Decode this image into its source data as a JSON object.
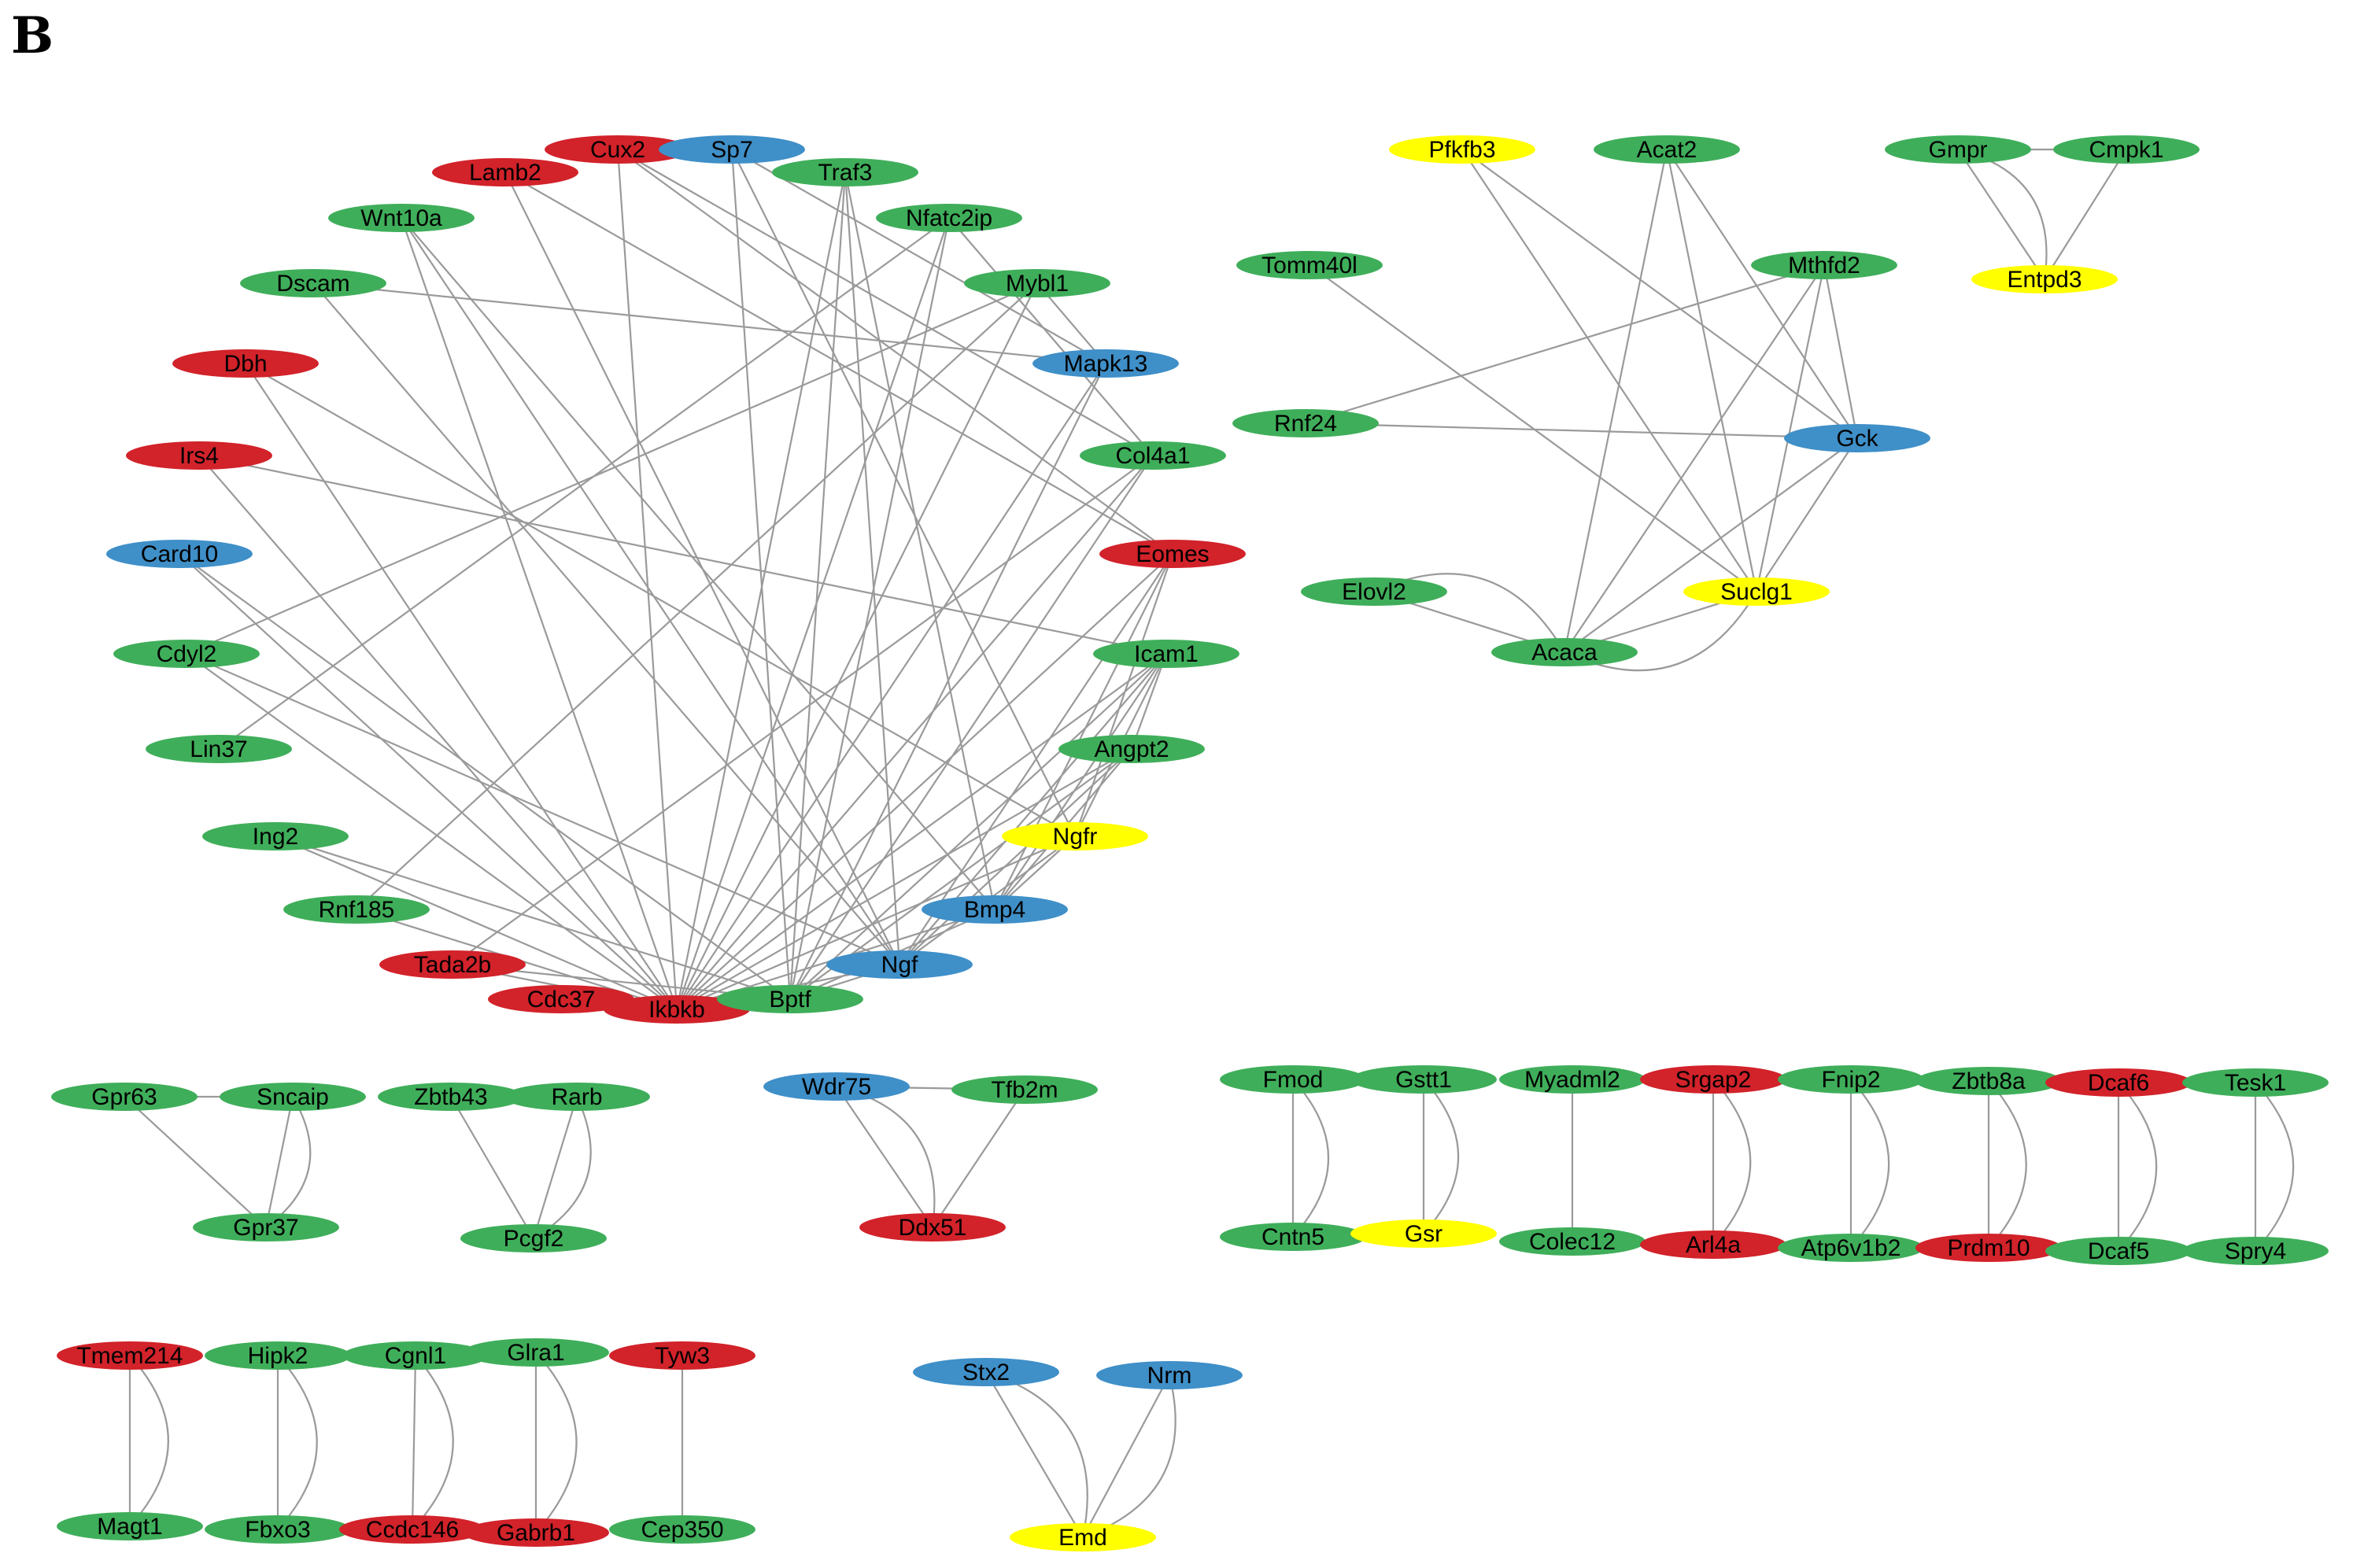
{
  "panel_label": "B",
  "colors": {
    "green": "#3fae5a",
    "red": "#d2222a",
    "blue": "#3f8fc8",
    "yellow": "#ffff00"
  },
  "nodes": [
    {
      "id": "Cux2",
      "color": "red"
    },
    {
      "id": "Sp7",
      "color": "blue"
    },
    {
      "id": "Lamb2",
      "color": "red"
    },
    {
      "id": "Traf3",
      "color": "green"
    },
    {
      "id": "Wnt10a",
      "color": "green"
    },
    {
      "id": "Nfatc2ip",
      "color": "green"
    },
    {
      "id": "Dscam",
      "color": "green"
    },
    {
      "id": "Mybl1",
      "color": "green"
    },
    {
      "id": "Dbh",
      "color": "red"
    },
    {
      "id": "Mapk13",
      "color": "blue"
    },
    {
      "id": "Irs4",
      "color": "red"
    },
    {
      "id": "Col4a1",
      "color": "green"
    },
    {
      "id": "Card10",
      "color": "blue"
    },
    {
      "id": "Eomes",
      "color": "red"
    },
    {
      "id": "Cdyl2",
      "color": "green"
    },
    {
      "id": "Icam1",
      "color": "green"
    },
    {
      "id": "Lin37",
      "color": "green"
    },
    {
      "id": "Angpt2",
      "color": "green"
    },
    {
      "id": "Ing2",
      "color": "green"
    },
    {
      "id": "Ngfr",
      "color": "yellow"
    },
    {
      "id": "Rnf185",
      "color": "green"
    },
    {
      "id": "Bmp4",
      "color": "blue"
    },
    {
      "id": "Tada2b",
      "color": "red"
    },
    {
      "id": "Ngf",
      "color": "blue"
    },
    {
      "id": "Cdc37",
      "color": "red"
    },
    {
      "id": "Ikbkb",
      "color": "red"
    },
    {
      "id": "Bptf",
      "color": "green"
    },
    {
      "id": "Pfkfb3",
      "color": "yellow"
    },
    {
      "id": "Acat2",
      "color": "green"
    },
    {
      "id": "Tomm40l",
      "color": "green"
    },
    {
      "id": "Mthfd2",
      "color": "green"
    },
    {
      "id": "Rnf24",
      "color": "green"
    },
    {
      "id": "Gck",
      "color": "blue"
    },
    {
      "id": "Elovl2",
      "color": "green"
    },
    {
      "id": "Suclg1",
      "color": "yellow"
    },
    {
      "id": "Acaca",
      "color": "green"
    },
    {
      "id": "Gmpr",
      "color": "green"
    },
    {
      "id": "Cmpk1",
      "color": "green"
    },
    {
      "id": "Entpd3",
      "color": "yellow"
    },
    {
      "id": "Gpr63",
      "color": "green"
    },
    {
      "id": "Sncaip",
      "color": "green"
    },
    {
      "id": "Gpr37",
      "color": "green"
    },
    {
      "id": "Zbtb43",
      "color": "green"
    },
    {
      "id": "Rarb",
      "color": "green"
    },
    {
      "id": "Pcgf2",
      "color": "green"
    },
    {
      "id": "Wdr75",
      "color": "blue"
    },
    {
      "id": "Tfb2m",
      "color": "green"
    },
    {
      "id": "Ddx51",
      "color": "red"
    },
    {
      "id": "Fmod",
      "color": "green"
    },
    {
      "id": "Cntn5",
      "color": "green"
    },
    {
      "id": "Gstt1",
      "color": "green"
    },
    {
      "id": "Gsr",
      "color": "yellow"
    },
    {
      "id": "Myadml2",
      "color": "green"
    },
    {
      "id": "Colec12",
      "color": "green"
    },
    {
      "id": "Srgap2",
      "color": "red"
    },
    {
      "id": "Arl4a",
      "color": "red"
    },
    {
      "id": "Fnip2",
      "color": "green"
    },
    {
      "id": "Atp6v1b2",
      "color": "green"
    },
    {
      "id": "Zbtb8a",
      "color": "green"
    },
    {
      "id": "Prdm10",
      "color": "red"
    },
    {
      "id": "Dcaf6",
      "color": "red"
    },
    {
      "id": "Dcaf5",
      "color": "green"
    },
    {
      "id": "Tesk1",
      "color": "green"
    },
    {
      "id": "Spry4",
      "color": "green"
    },
    {
      "id": "Tmem214",
      "color": "red"
    },
    {
      "id": "Magt1",
      "color": "green"
    },
    {
      "id": "Hipk2",
      "color": "green"
    },
    {
      "id": "Fbxo3",
      "color": "green"
    },
    {
      "id": "Cgnl1",
      "color": "green"
    },
    {
      "id": "Ccdc146",
      "color": "red"
    },
    {
      "id": "Glra1",
      "color": "green"
    },
    {
      "id": "Gabrb1",
      "color": "red"
    },
    {
      "id": "Tyw3",
      "color": "red"
    },
    {
      "id": "Cep350",
      "color": "green"
    },
    {
      "id": "Stx2",
      "color": "blue"
    },
    {
      "id": "Nrm",
      "color": "blue"
    },
    {
      "id": "Emd",
      "color": "yellow"
    }
  ],
  "edges": [
    [
      "Cux2",
      "Ikbkb"
    ],
    [
      "Cux2",
      "Col4a1"
    ],
    [
      "Cux2",
      "Eomes"
    ],
    [
      "Sp7",
      "Mapk13"
    ],
    [
      "Sp7",
      "Ngfr"
    ],
    [
      "Lamb2",
      "Eomes"
    ],
    [
      "Lamb2",
      "Ngf"
    ],
    [
      "Traf3",
      "Ikbkb"
    ],
    [
      "Traf3",
      "Bptf"
    ],
    [
      "Traf3",
      "Ngf"
    ],
    [
      "Traf3",
      "Bmp4"
    ],
    [
      "Nfatc2ip",
      "Lin37"
    ],
    [
      "Nfatc2ip",
      "Ikbkb"
    ],
    [
      "Nfatc2ip",
      "Bptf"
    ],
    [
      "Nfatc2ip",
      "Col4a1"
    ],
    [
      "Wnt10a",
      "Bmp4"
    ],
    [
      "Wnt10a",
      "Ngf"
    ],
    [
      "Dscam",
      "Mapk13"
    ],
    [
      "Dscam",
      "Ngf"
    ],
    [
      "Mybl1",
      "Rnf185"
    ],
    [
      "Mybl1",
      "Cdyl2"
    ],
    [
      "Mybl1",
      "Ikbkb"
    ],
    [
      "Mybl1",
      "Mapk13"
    ],
    [
      "Dbh",
      "Ikbkb"
    ],
    [
      "Dbh",
      "Ngfr"
    ],
    [
      "Mapk13",
      "Ikbkb"
    ],
    [
      "Mapk13",
      "Bptf"
    ],
    [
      "Irs4",
      "Ikbkb"
    ],
    [
      "Irs4",
      "Icam1"
    ],
    [
      "Card10",
      "Ikbkb"
    ],
    [
      "Card10",
      "Bptf"
    ],
    [
      "Col4a1",
      "Bptf"
    ],
    [
      "Col4a1",
      "Ikbkb"
    ],
    [
      "Col4a1",
      "Tada2b"
    ],
    [
      "Eomes",
      "Ngfr"
    ],
    [
      "Eomes",
      "Ngf"
    ],
    [
      "Eomes",
      "Bmp4"
    ],
    [
      "Eomes",
      "Ikbkb"
    ],
    [
      "Cdyl2",
      "Ikbkb"
    ],
    [
      "Cdyl2",
      "Ngf"
    ],
    [
      "Icam1",
      "Ikbkb"
    ],
    [
      "Icam1",
      "Bptf"
    ],
    [
      "Icam1",
      "Ngf"
    ],
    [
      "Icam1",
      "Bmp4"
    ],
    [
      "Icam1",
      "Ngfr"
    ],
    [
      "Icam1",
      "Angpt2"
    ],
    [
      "Angpt2",
      "Ngf"
    ],
    [
      "Angpt2",
      "Bmp4"
    ],
    [
      "Angpt2",
      "Ikbkb"
    ],
    [
      "Angpt2",
      "Bptf"
    ],
    [
      "Ngfr",
      "Bmp4"
    ],
    [
      "Ngfr",
      "Ngf"
    ],
    [
      "Ngfr",
      "Ikbkb"
    ],
    [
      "Bmp4",
      "Ikbkb"
    ],
    [
      "Bmp4",
      "Bptf"
    ],
    [
      "Ngf",
      "Ikbkb"
    ],
    [
      "Ngf",
      "Bptf"
    ],
    [
      "Ing2",
      "Ikbkb"
    ],
    [
      "Ing2",
      "Bptf"
    ],
    [
      "Rnf185",
      "Ikbkb"
    ],
    [
      "Tada2b",
      "Ikbkb"
    ],
    [
      "Tada2b",
      "Bptf"
    ],
    [
      "Cdc37",
      "Ikbkb"
    ],
    [
      "Cdc37",
      "Bptf"
    ],
    [
      "Ikbkb",
      "Bptf"
    ],
    [
      "Wnt10a",
      "Ikbkb"
    ],
    [
      "Sp7",
      "Bptf"
    ],
    [
      "Pfkfb3",
      "Gck"
    ],
    [
      "Pfkfb3",
      "Suclg1"
    ],
    [
      "Acat2",
      "Acaca"
    ],
    [
      "Acat2",
      "Suclg1"
    ],
    [
      "Acat2",
      "Gck"
    ],
    [
      "Tomm40l",
      "Suclg1"
    ],
    [
      "Mthfd2",
      "Rnf24"
    ],
    [
      "Mthfd2",
      "Acaca"
    ],
    [
      "Mthfd2",
      "Suclg1"
    ],
    [
      "Mthfd2",
      "Gck"
    ],
    [
      "Rnf24",
      "Gck"
    ],
    [
      "Gck",
      "Acaca"
    ],
    [
      "Gck",
      "Suclg1"
    ],
    [
      "Elovl2",
      "Acaca"
    ],
    [
      "Suclg1",
      "Acaca"
    ],
    [
      "Acaca",
      "Elovl2"
    ],
    [
      "Acaca",
      "Suclg1"
    ],
    [
      "Gmpr",
      "Cmpk1"
    ],
    [
      "Gmpr",
      "Entpd3"
    ],
    [
      "Cmpk1",
      "Entpd3"
    ],
    [
      "Gmpr",
      "Entpd3"
    ],
    [
      "Gpr63",
      "Sncaip"
    ],
    [
      "Gpr63",
      "Gpr37"
    ],
    [
      "Sncaip",
      "Gpr37"
    ],
    [
      "Sncaip",
      "Gpr37"
    ],
    [
      "Zbtb43",
      "Rarb"
    ],
    [
      "Zbtb43",
      "Pcgf2"
    ],
    [
      "Rarb",
      "Pcgf2"
    ],
    [
      "Rarb",
      "Pcgf2"
    ],
    [
      "Wdr75",
      "Tfb2m"
    ],
    [
      "Wdr75",
      "Ddx51"
    ],
    [
      "Tfb2m",
      "Ddx51"
    ],
    [
      "Wdr75",
      "Ddx51"
    ],
    [
      "Fmod",
      "Cntn5"
    ],
    [
      "Fmod",
      "Cntn5"
    ],
    [
      "Gstt1",
      "Gsr"
    ],
    [
      "Gstt1",
      "Gsr"
    ],
    [
      "Myadml2",
      "Colec12"
    ],
    [
      "Srgap2",
      "Arl4a"
    ],
    [
      "Srgap2",
      "Arl4a"
    ],
    [
      "Fnip2",
      "Atp6v1b2"
    ],
    [
      "Fnip2",
      "Atp6v1b2"
    ],
    [
      "Zbtb8a",
      "Prdm10"
    ],
    [
      "Zbtb8a",
      "Prdm10"
    ],
    [
      "Dcaf6",
      "Dcaf5"
    ],
    [
      "Dcaf6",
      "Dcaf5"
    ],
    [
      "Tesk1",
      "Spry4"
    ],
    [
      "Tesk1",
      "Spry4"
    ],
    [
      "Tmem214",
      "Magt1"
    ],
    [
      "Tmem214",
      "Magt1"
    ],
    [
      "Hipk2",
      "Fbxo3"
    ],
    [
      "Hipk2",
      "Fbxo3"
    ],
    [
      "Cgnl1",
      "Ccdc146"
    ],
    [
      "Cgnl1",
      "Ccdc146"
    ],
    [
      "Glra1",
      "Gabrb1"
    ],
    [
      "Glra1",
      "Gabrb1"
    ],
    [
      "Tyw3",
      "Cep350"
    ],
    [
      "Stx2",
      "Emd"
    ],
    [
      "Stx2",
      "Emd"
    ],
    [
      "Nrm",
      "Emd"
    ],
    [
      "Nrm",
      "Emd"
    ]
  ]
}
